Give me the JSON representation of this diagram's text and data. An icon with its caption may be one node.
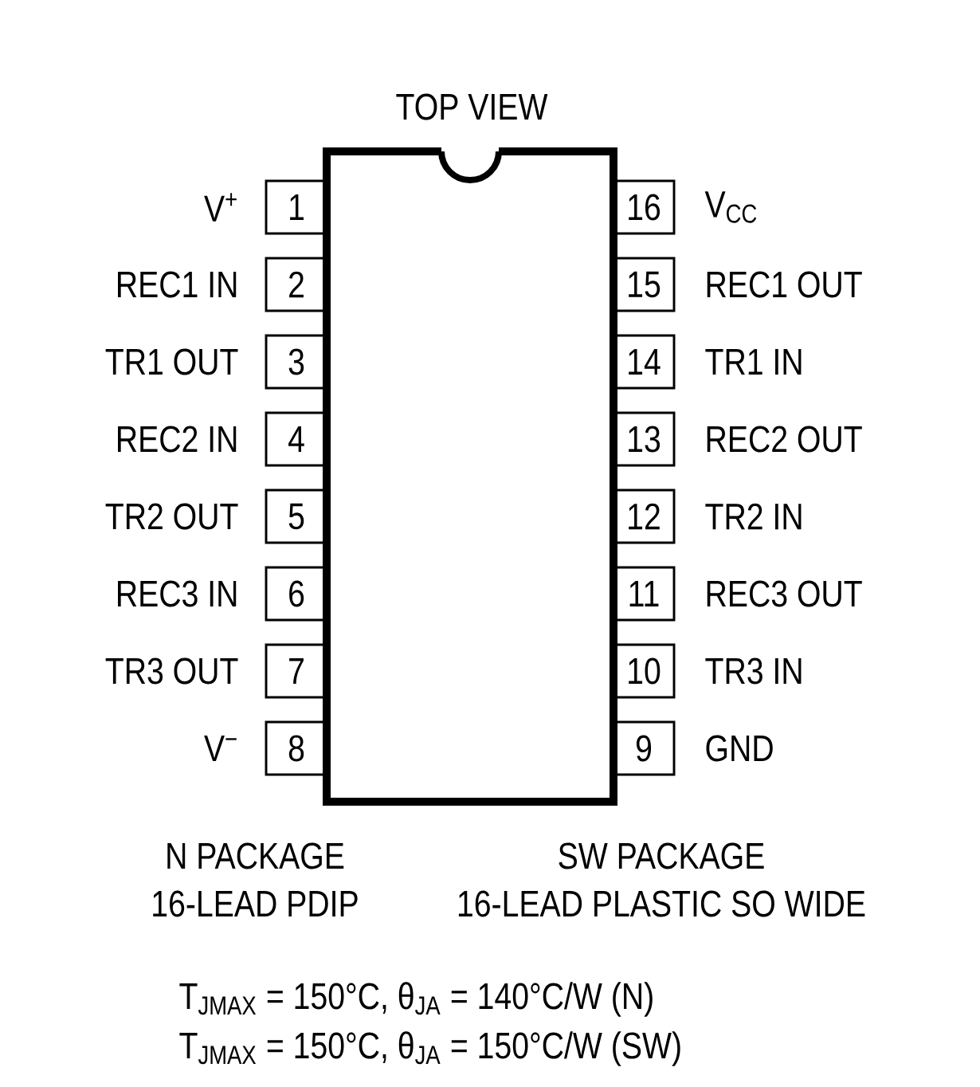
{
  "diagram": {
    "title": "TOP VIEW",
    "nodes": [
      {
        "text": [],
        "shape": "box"
      },
      {
        "text": [
          "1"
        ],
        "beside": [
          "V$^{+}$"
        ]
      },
      {
        "text": [
          "2"
        ],
        "beside": [
          "REC1 IN"
        ]
      },
      {
        "text": [
          "3"
        ],
        "beside": [
          "TR1 OUT"
        ]
      },
      {
        "text": [
          "4"
        ],
        "beside": [
          "REC2 IN"
        ]
      },
      {
        "text": [
          "5"
        ],
        "beside": [
          "TR2 OUT"
        ]
      },
      {
        "text": [
          "6"
        ],
        "beside": [
          "REC3 IN"
        ]
      },
      {
        "text": [
          "7"
        ],
        "beside": [
          "TR3 OUT"
        ]
      },
      {
        "text": [
          "8"
        ],
        "beside": [
          "V$^{−}$"
        ]
      },
      {
        "text": [
          "9"
        ],
        "beside": [
          "GND"
        ]
      },
      {
        "text": [
          "10"
        ],
        "beside": [
          "TR3 IN"
        ]
      },
      {
        "text": [
          "11"
        ],
        "beside": [
          "REC3 OUT"
        ]
      },
      {
        "text": [
          "12"
        ],
        "beside": [
          "TR2 IN"
        ]
      },
      {
        "text": [
          "13"
        ],
        "beside": [
          "REC2 OUT"
        ]
      },
      {
        "text": [
          "14"
        ],
        "beside": [
          "TR1 IN"
        ]
      },
      {
        "text": [
          "15"
        ],
        "beside": [
          "REC1 OUT"
        ]
      },
      {
        "text": [
          "16"
        ],
        "beside": [
          "V$_{CC}$"
        ]
      }
    ],
    "labels": [
      "N PACKAGE",
      "SW PACKAGE",
      "16-LEAD PDIP",
      "16-LEAD PLASTIC SO WIDE",
      "T$_{JMAX}$ = 150°C, θ$_{JA}$ = 140°C/W (N)",
      "T$_{JMAX}$ = 150°C, θ$_{JA}$ = 150°C/W (SW)"
    ]
  }
}
